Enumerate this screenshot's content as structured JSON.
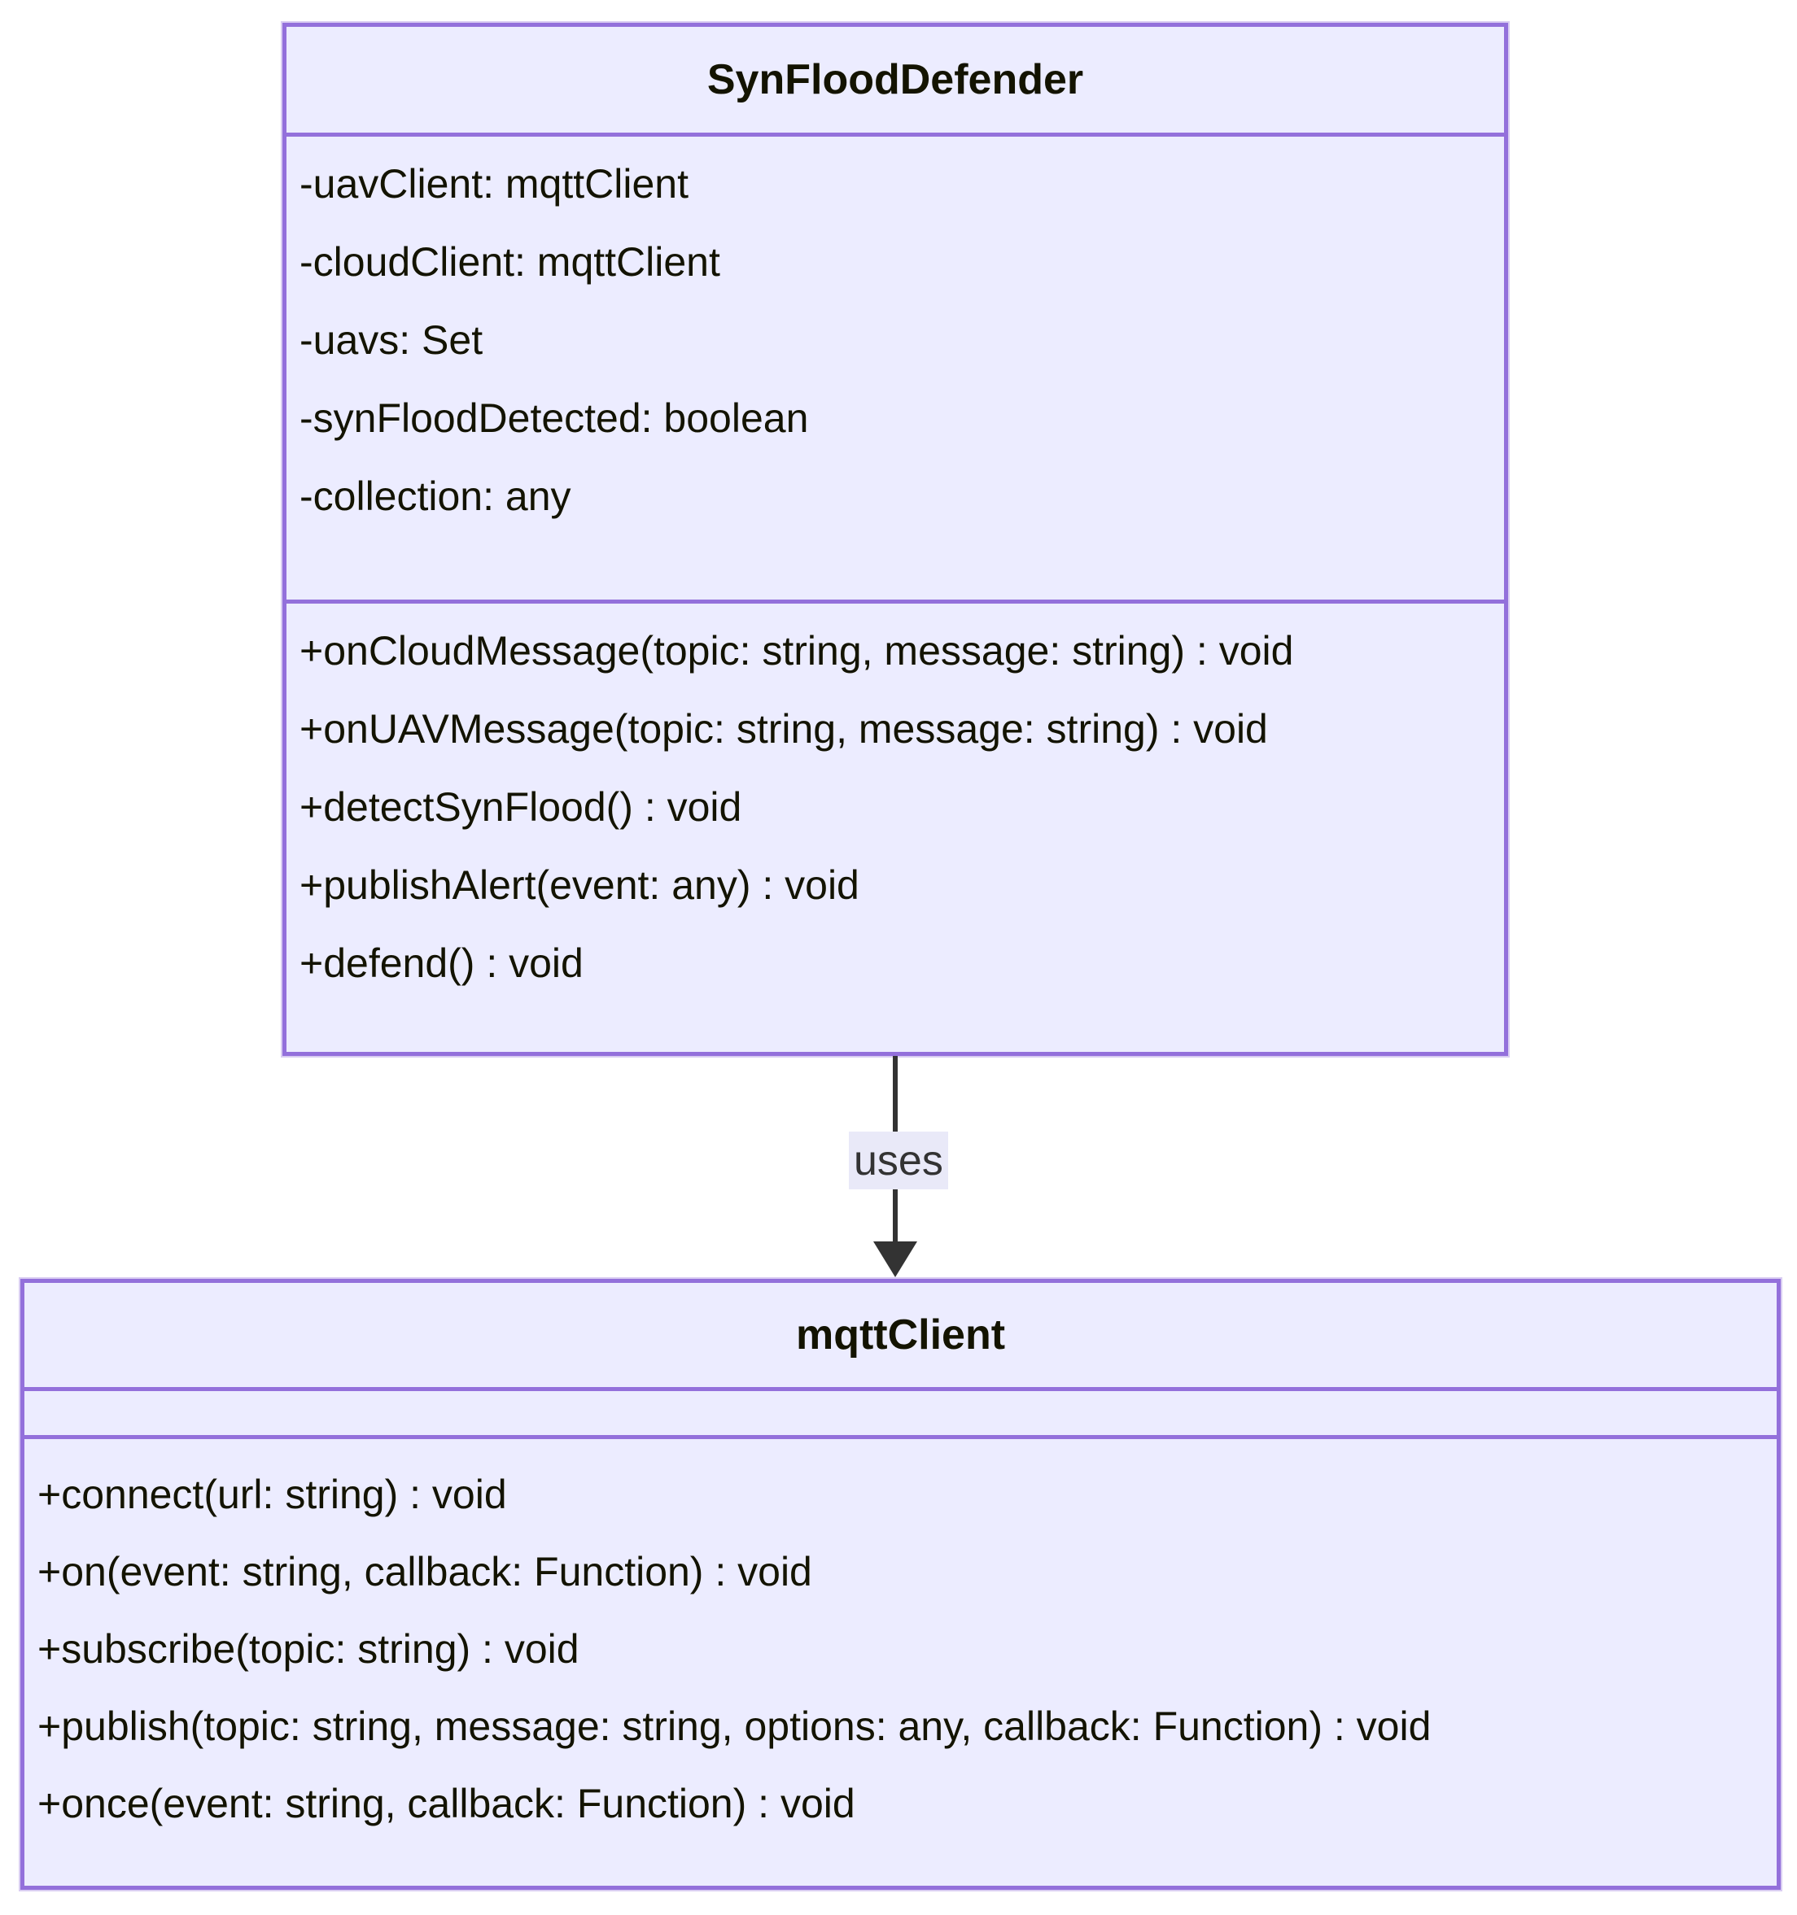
{
  "diagram": {
    "type": "uml-class-diagram",
    "classes": [
      {
        "name": "SynFloodDefender",
        "attributes": [
          "-uavClient: mqttClient",
          "-cloudClient: mqttClient",
          "-uavs: Set",
          "-synFloodDetected: boolean",
          "-collection: any"
        ],
        "methods": [
          "+onCloudMessage(topic: string, message: string) : void",
          "+onUAVMessage(topic: string, message: string) : void",
          "+detectSynFlood() : void",
          "+publishAlert(event: any) : void",
          "+defend() : void"
        ]
      },
      {
        "name": "mqttClient",
        "attributes": [],
        "methods": [
          "+connect(url: string) : void",
          "+on(event: string, callback: Function) : void",
          "+subscribe(topic: string) : void",
          "+publish(topic: string, message: string, options: any, callback: Function) : void",
          "+once(event: string, callback: Function) : void"
        ]
      }
    ],
    "edge": {
      "label": "uses",
      "from": "SynFloodDefender",
      "to": "mqttClient"
    },
    "colors": {
      "node_fill": "#ECECFF",
      "node_border": "#9370DB",
      "text": "#131300",
      "arrow": "#333333",
      "edge_label_bg": "#E9E9F8",
      "page_bg": "#FFFFFF"
    }
  }
}
